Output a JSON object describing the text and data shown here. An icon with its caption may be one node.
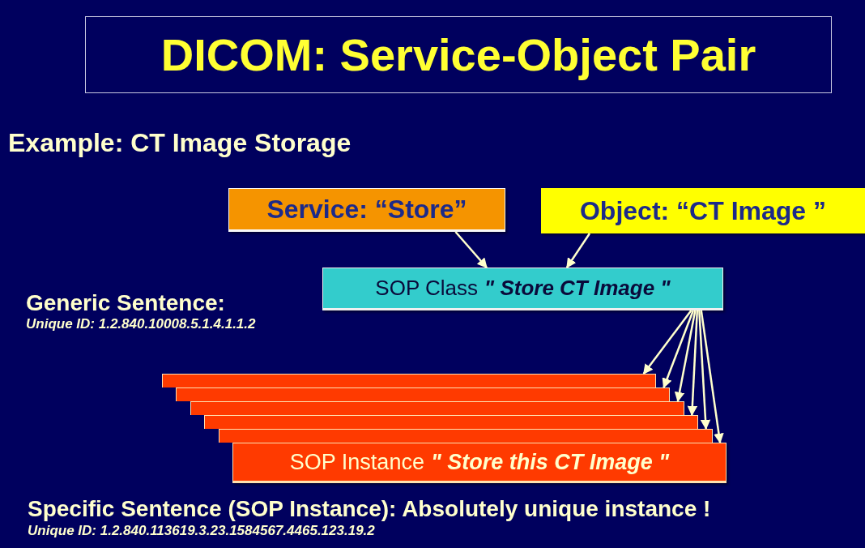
{
  "diagram": {
    "title": "DICOM: Service-Object Pair",
    "nodes": [
      {
        "text": [
          "Service: “Store”"
        ]
      },
      {
        "text": [
          "Object: “CT Image ”"
        ]
      },
      {
        "text": [
          "SOP Class",
          "\" Store CT Image \""
        ]
      },
      {
        "text": [],
        "shape": "box"
      },
      {
        "text": [],
        "shape": "box"
      },
      {
        "text": [],
        "shape": "box"
      },
      {
        "text": [],
        "shape": "box"
      },
      {
        "text": [],
        "shape": "box"
      },
      {
        "text": [
          "SOP Instance",
          "\" Store this CT Image \""
        ]
      }
    ],
    "edges": [
      {
        "from": 0,
        "to": 2,
        "arrow": "to"
      },
      {
        "from": 1,
        "to": 2,
        "arrow": "to"
      },
      {
        "from": 2,
        "to": 3,
        "arrow": "to"
      },
      {
        "from": 2,
        "to": 4,
        "arrow": "to"
      },
      {
        "from": 2,
        "to": 5,
        "arrow": "to"
      },
      {
        "from": 2,
        "to": 6,
        "arrow": "to"
      },
      {
        "from": 2,
        "to": 7,
        "arrow": "to"
      },
      {
        "from": 2,
        "to": 8,
        "arrow": "to"
      }
    ],
    "labels": [
      "Example: CT Image Storage",
      "Generic Sentence:",
      "Unique ID: 1.2.840.10008.5.1.4.1.1.2",
      "Specific Sentence (SOP Instance): Absolutely unique instance !",
      "Unique ID: 1.2.840.113619.3.23.1584567.4465.123.19.2"
    ]
  }
}
